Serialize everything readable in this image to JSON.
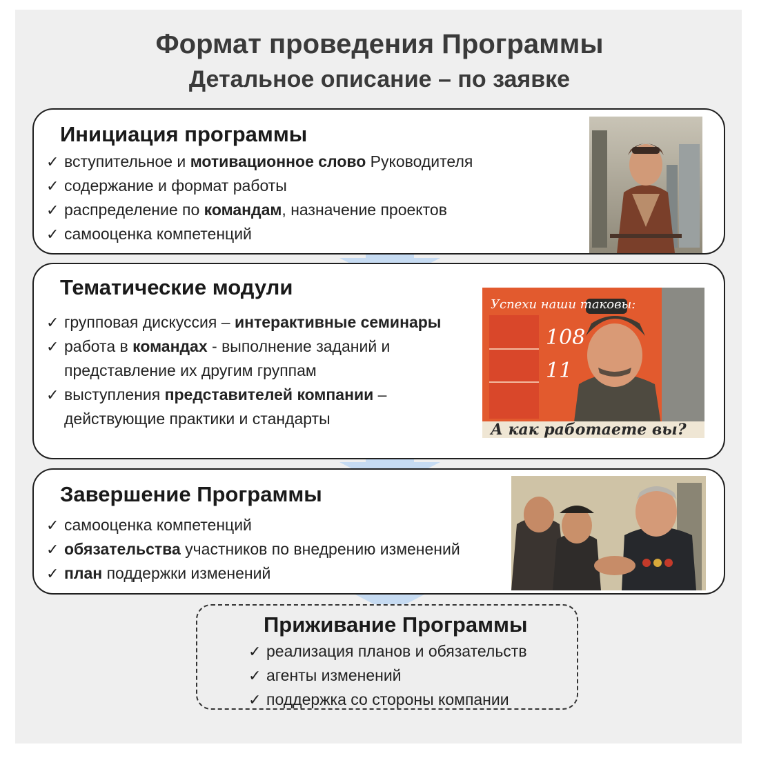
{
  "title": "Формат проведения Программы",
  "subtitle": "Детальное описание – по заявке",
  "check": "✓",
  "colors": {
    "arrow": "#c6dbf2",
    "background": "#efefef",
    "box_border": "#1f1f1f"
  },
  "stages": [
    {
      "heading": "Инициация программы",
      "items": [
        {
          "parts": [
            {
              "t": "вступительное и "
            },
            {
              "t": "мотивационное слово",
              "b": true
            },
            {
              "t": " Руководителя"
            }
          ]
        },
        {
          "parts": [
            {
              "t": "содержание и формат работы"
            }
          ]
        },
        {
          "parts": [
            {
              "t": "распределение по "
            },
            {
              "t": "командам",
              "b": true
            },
            {
              "t": ", назначение проектов"
            }
          ]
        },
        {
          "parts": [
            {
              "t": "самооценка компетенций"
            }
          ]
        }
      ],
      "image": "poster-worker-in-goggles"
    },
    {
      "heading": "Тематические модули",
      "items": [
        {
          "parts": [
            {
              "t": "групповая дискуссия – "
            },
            {
              "t": "интерактивные семинары",
              "b": true
            }
          ]
        },
        {
          "parts": [
            {
              "t": "работа в "
            },
            {
              "t": "командах",
              "b": true
            },
            {
              "t": " - выполнение заданий и"
            }
          ],
          "cont": "представление их другим группам"
        },
        {
          "parts": [
            {
              "t": "выступления "
            },
            {
              "t": "представителей компании",
              "b": true
            },
            {
              "t": " –"
            }
          ],
          "cont": "действующие практики и стандарты"
        }
      ],
      "image": "poster-a-kak-rabotaete-vy",
      "poster_text": {
        "top": "Успехи наши таковы:",
        "n1": "108",
        "n2": "11",
        "bottom": "А как работаете вы?"
      }
    },
    {
      "heading": "Завершение Программы",
      "items": [
        {
          "parts": [
            {
              "t": "самооценка компетенций"
            }
          ]
        },
        {
          "parts": [
            {
              "t": "обязательства",
              "b": true
            },
            {
              "t": " участников по внедрению изменений"
            }
          ]
        },
        {
          "parts": [
            {
              "t": "план",
              "b": true
            },
            {
              "t": " поддержки изменений"
            }
          ]
        }
      ],
      "image": "poster-miners-handshake"
    },
    {
      "heading": "Приживание Программы",
      "items": [
        {
          "parts": [
            {
              "t": "реализация планов и обязательств"
            }
          ]
        },
        {
          "parts": [
            {
              "t": "агенты изменений"
            }
          ]
        },
        {
          "parts": [
            {
              "t": "поддержка со стороны компании"
            }
          ]
        }
      ]
    }
  ]
}
